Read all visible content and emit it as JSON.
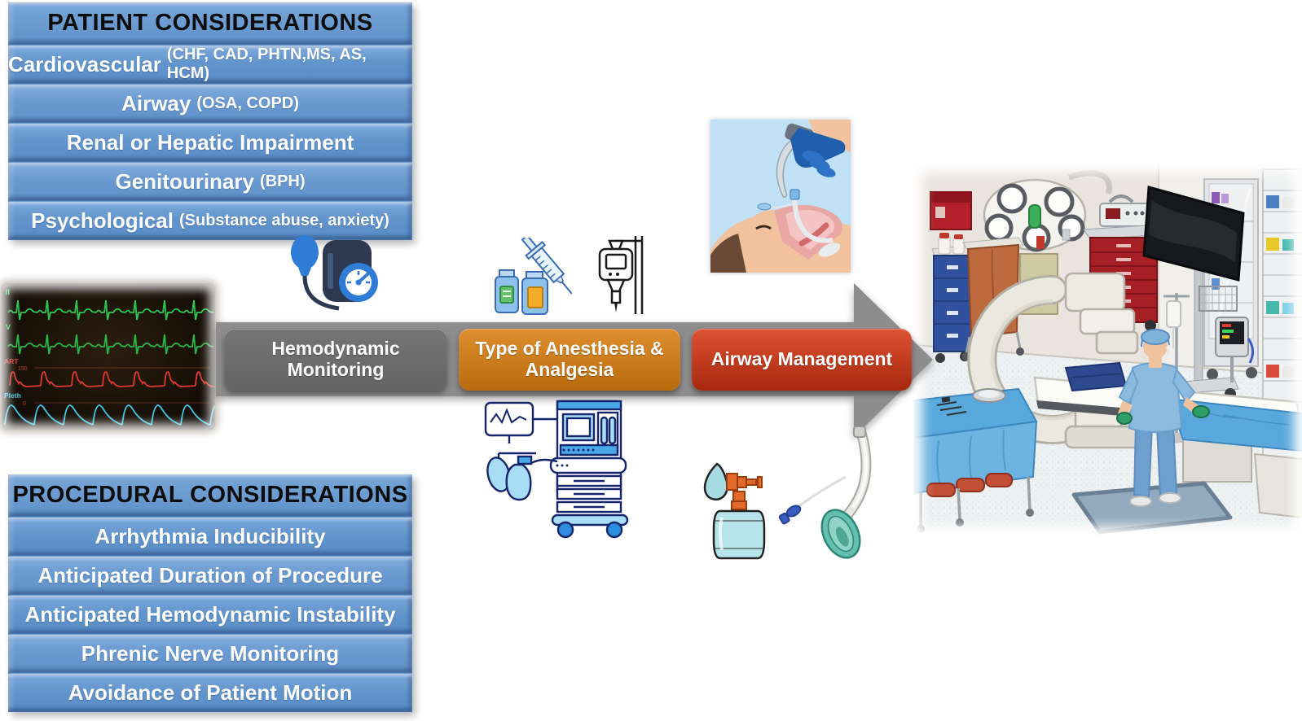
{
  "patient_panel": {
    "title": "PATIENT CONSIDERATIONS",
    "items": [
      {
        "main": "Cardiovascular",
        "detail": "(CHF, CAD, PHTN,MS, AS, HCM)"
      },
      {
        "main": "Airway",
        "detail": "(OSA, COPD)"
      },
      {
        "main": "Renal or Hepatic Impairment",
        "detail": ""
      },
      {
        "main": "Genitourinary",
        "detail": "(BPH)"
      },
      {
        "main": "Psychological",
        "detail": "(Substance abuse, anxiety)"
      }
    ]
  },
  "procedural_panel": {
    "title": "PROCEDURAL CONSIDERATIONS",
    "items": [
      {
        "main": "Arrhythmia Inducibility"
      },
      {
        "main": "Anticipated Duration of Procedure"
      },
      {
        "main": "Anticipated Hemodynamic Instability"
      },
      {
        "main": "Phrenic Nerve Monitoring"
      },
      {
        "main": "Avoidance of Patient Motion"
      }
    ]
  },
  "flow": {
    "arrow_color": "#8d8d8d",
    "steps": [
      {
        "label": "Hemodynamic Monitoring",
        "color": "#6a6b6a"
      },
      {
        "label": "Type of Anesthesia & Analgesia",
        "color": "#c9781c"
      },
      {
        "label": "Airway Management",
        "color": "#c23a1d"
      }
    ]
  },
  "ecg_monitor": {
    "labels": [
      {
        "text": "II",
        "color": "#3ed658"
      },
      {
        "text": "V",
        "color": "#3ed658"
      },
      {
        "text": "ART",
        "color": "#e23b30"
      },
      {
        "text": "Pleth",
        "color": "#43c8e8"
      }
    ],
    "scale_labels": [
      "150",
      "0"
    ],
    "trace_colors": {
      "ecg": "#2ec84e",
      "art": "#e03a2e",
      "pleth": "#3fc6e6"
    }
  },
  "illustrations": {
    "bp_monitor": "blood-pressure-monitor-icon",
    "medication": "medication-vials-syringe-icon",
    "iv_drip": "iv-infusion-icon",
    "intubation": "laryngoscope-intubation-illustration",
    "anesthesia_machine": "anesthesia-machine-icon",
    "bvm": "bag-valve-mask-icon",
    "lma": "laryngeal-mask-airway-icon",
    "room": "ep-lab-room-illustration"
  }
}
